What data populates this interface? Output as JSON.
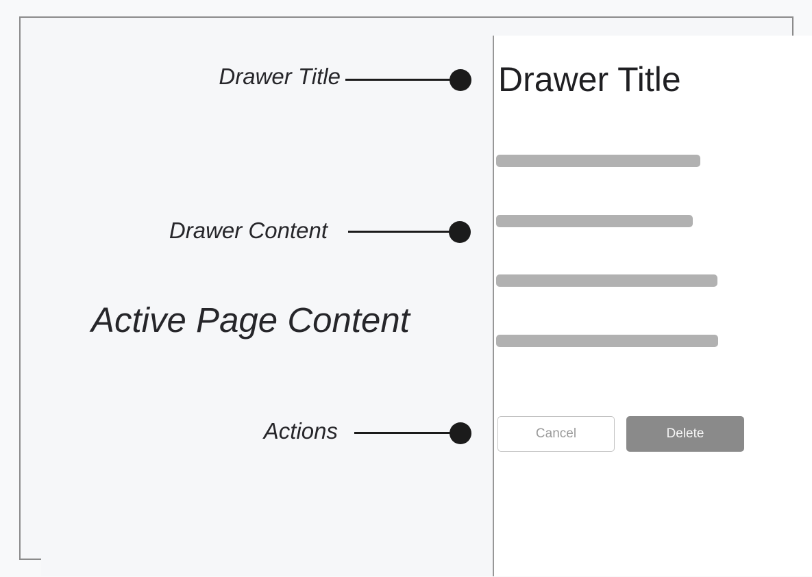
{
  "diagram": {
    "annotations": {
      "drawer_title_label": "Drawer Title",
      "drawer_content_label": "Drawer Content",
      "active_page_label": "Active Page Content",
      "actions_label": "Actions"
    },
    "drawer": {
      "title": "Drawer Title",
      "placeholder_line_count": 4,
      "actions": {
        "cancel_label": "Cancel",
        "delete_label": "Delete"
      }
    },
    "colors": {
      "annotation_ink": "#1b1b1b",
      "frame_border": "#8b8b8b",
      "divider": "#979797",
      "page_panel_bg": "#f6f7f9",
      "drawer_bg": "#ffffff",
      "placeholder_bar": "#b1b1b1",
      "delete_button_bg": "#8a8a8a",
      "cancel_button_text": "#9b9b9b",
      "cancel_button_border": "#c2c2c2"
    }
  }
}
